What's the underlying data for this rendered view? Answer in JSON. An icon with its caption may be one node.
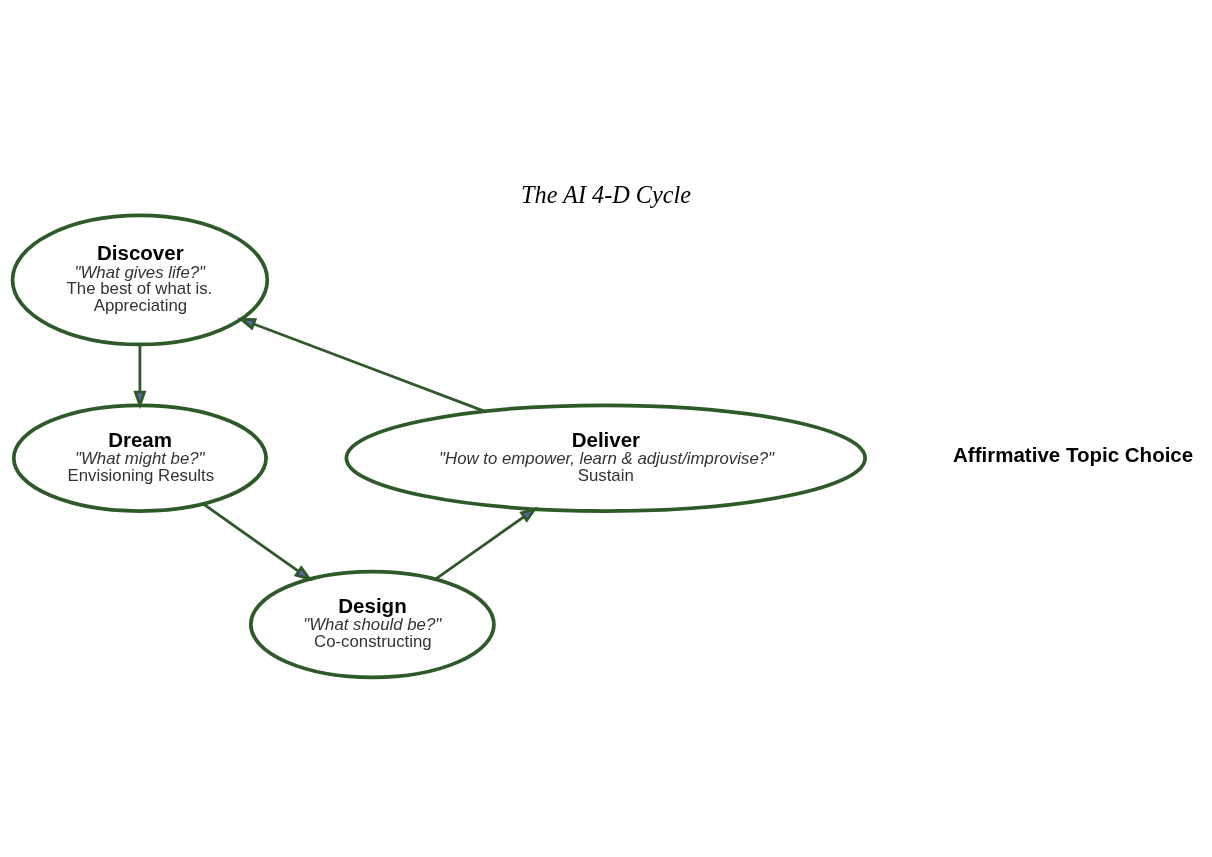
{
  "diagram": {
    "title": "The AI 4-D Cycle",
    "nodes": [
      {
        "text": [
          "Discover",
          "\"What gives life?\"",
          "The best of what is.",
          "Appreciating"
        ]
      },
      {
        "text": [
          "Dream",
          "\"What might be?\"",
          "Envisioning Results"
        ]
      },
      {
        "text": [
          "Design",
          "\"What should be?\"",
          "Co-constructing"
        ]
      },
      {
        "text": [
          "Deliver",
          "\"How to empower, learn & adjust/improvise?\"",
          "Sustain"
        ]
      }
    ],
    "edges": [
      {
        "from": 0,
        "to": 1,
        "arrow": "to"
      },
      {
        "from": 1,
        "to": 2,
        "arrow": "to"
      },
      {
        "from": 2,
        "to": 3,
        "arrow": "to"
      },
      {
        "from": 3,
        "to": 0,
        "arrow": "to"
      }
    ],
    "labels": [
      "Affirmative Topic Choice"
    ]
  }
}
